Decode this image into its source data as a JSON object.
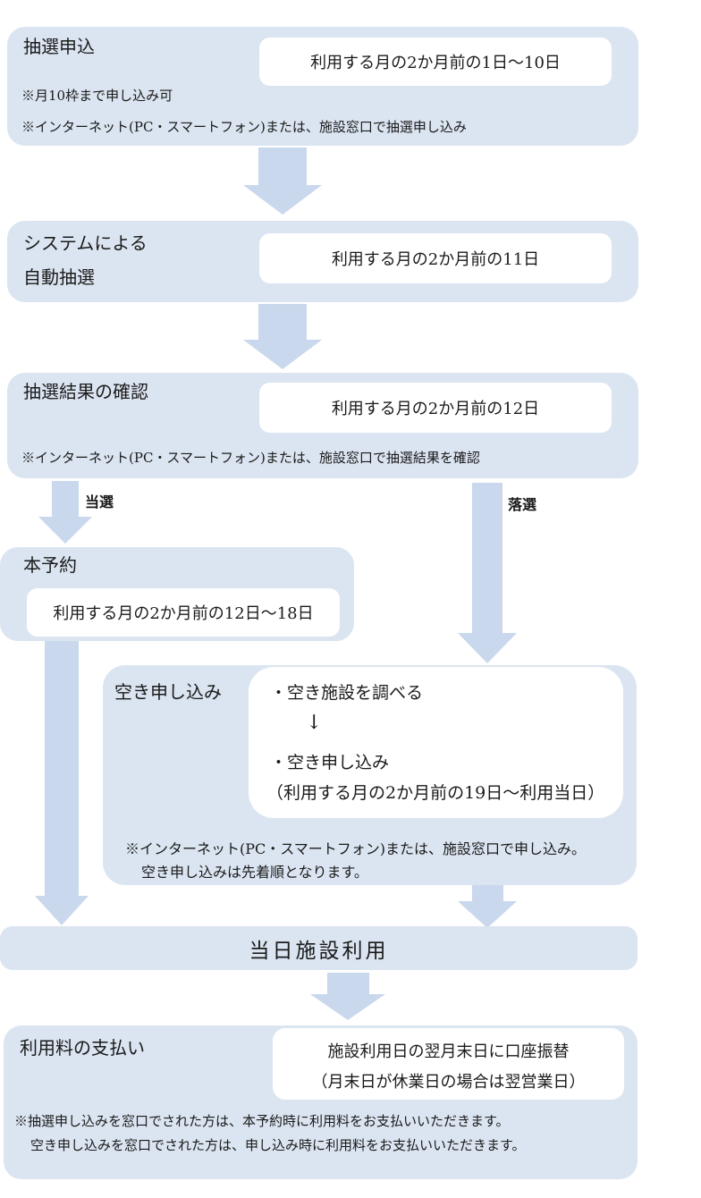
{
  "colors": {
    "box_fill": "#dbe5f1",
    "arrow_fill": "#c9d8ec",
    "text_color": "#1a1a1a"
  },
  "flow": {
    "step1": {
      "title": "抽選申込",
      "date_box": "利用する月の2か月前の1日～10日",
      "notes": [
        "※月10枠まで申し込み可",
        "※インターネット(PC・スマートフォン)または、施設窓口で抽選申し込み"
      ]
    },
    "step2": {
      "title_line1": "システムによる",
      "title_line2": "自動抽選",
      "date_box": "利用する月の2か月前の11日"
    },
    "step3": {
      "title": "抽選結果の確認",
      "date_box": "利用する月の2か月前の12日",
      "note": "※インターネット(PC・スマートフォン)または、施設窓口で抽選結果を確認"
    },
    "branch": {
      "win_label": "当選",
      "lose_label": "落選"
    },
    "step4": {
      "title": "本予約",
      "date_box": "利用する月の2か月前の12日～18日"
    },
    "step5": {
      "title": "空き申し込み",
      "bullet1": "・空き施設を調べる",
      "down_arrow": "↓",
      "bullet2": "・空き申し込み",
      "period": "（利用する月の2か月前の19日～利用当日）",
      "notes": [
        "※インターネット(PC・スマートフォン)または、施設窓口で申し込み。",
        "空き申し込みは先着順となります。"
      ]
    },
    "step6": {
      "title": "当日施設利用"
    },
    "step7": {
      "title": "利用料の支払い",
      "date_line1": "施設利用日の翌月末日に口座振替",
      "date_line2": "（月末日が休業日の場合は翌営業日）",
      "notes": [
        "※抽選申し込みを窓口でされた方は、本予約時に利用料をお支払いいただきます。",
        "空き申し込みを窓口でされた方は、申し込み時に利用料をお支払いいただきます。"
      ]
    }
  }
}
